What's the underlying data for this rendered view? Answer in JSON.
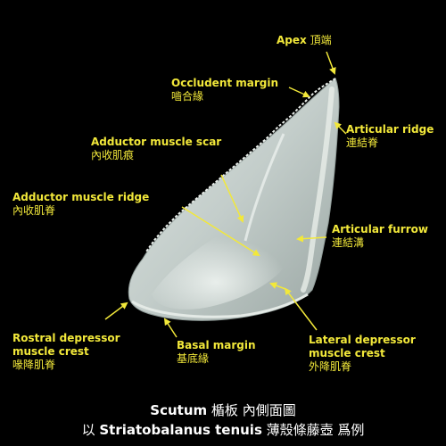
{
  "colors": {
    "background": "#000000",
    "label": "#f2e83a",
    "caption": "#ffffff",
    "shell": "#c9d2cf"
  },
  "labels": {
    "apex": {
      "en": "Apex",
      "zh": "頂端"
    },
    "occludent_margin": {
      "en": "Occludent margin",
      "zh": "嚙合緣"
    },
    "articular_ridge": {
      "en": "Articular ridge",
      "zh": "連結脊"
    },
    "adductor_scar": {
      "en": "Adductor muscle scar",
      "zh": "內收肌痕"
    },
    "adductor_ridge": {
      "en": "Adductor muscle ridge",
      "zh": "內收肌脊"
    },
    "articular_furrow": {
      "en": "Articular furrow",
      "zh": "連結溝"
    },
    "rostral_crest": {
      "en1": "Rostral depressor",
      "en2": "muscle crest",
      "zh": "喙降肌脊"
    },
    "basal_margin": {
      "en": "Basal margin",
      "zh": "基底緣"
    },
    "lateral_crest": {
      "en1": "Lateral depressor",
      "en2": "muscle crest",
      "zh": "外降肌脊"
    }
  },
  "caption": {
    "line1_bold": "Scutum",
    "line1_rest": " 楯板 內側面圖",
    "line2_prefix": "以 ",
    "line2_bold": "Striatobalanus tenuis",
    "line2_suffix": " 薄殼條藤壺 爲例"
  }
}
